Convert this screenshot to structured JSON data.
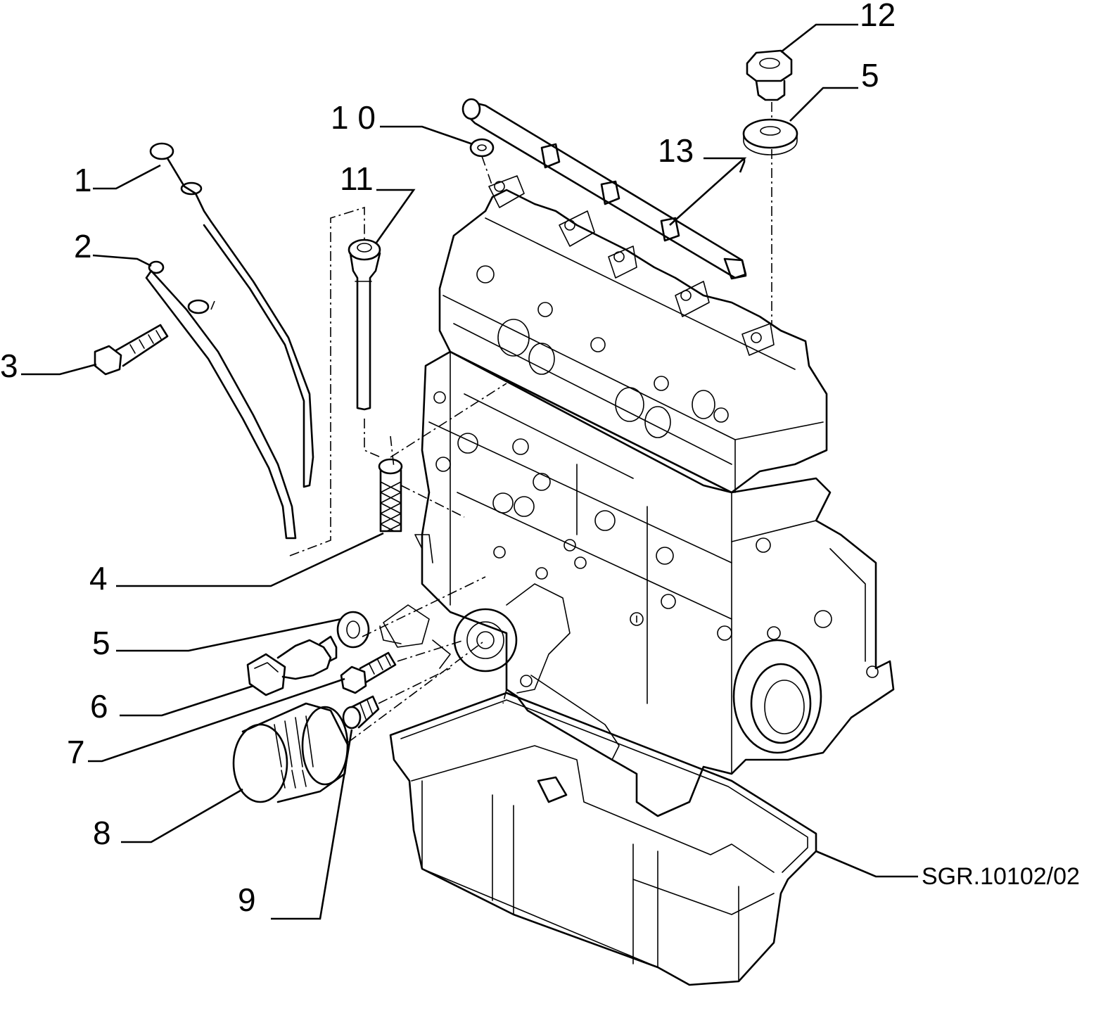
{
  "callouts": [
    {
      "id": "c1",
      "label": "1"
    },
    {
      "id": "c2",
      "label": "2"
    },
    {
      "id": "c3",
      "label": "3"
    },
    {
      "id": "c4",
      "label": "4"
    },
    {
      "id": "c5a",
      "label": "5"
    },
    {
      "id": "c6",
      "label": "6"
    },
    {
      "id": "c7",
      "label": "7"
    },
    {
      "id": "c8",
      "label": "8"
    },
    {
      "id": "c9",
      "label": "9"
    },
    {
      "id": "c10",
      "label": "1 0"
    },
    {
      "id": "c11",
      "label": "11"
    },
    {
      "id": "c12",
      "label": "12"
    },
    {
      "id": "c5b",
      "label": "5"
    },
    {
      "id": "c13",
      "label": "13"
    }
  ],
  "drawing_code": "SGR.10102/02"
}
